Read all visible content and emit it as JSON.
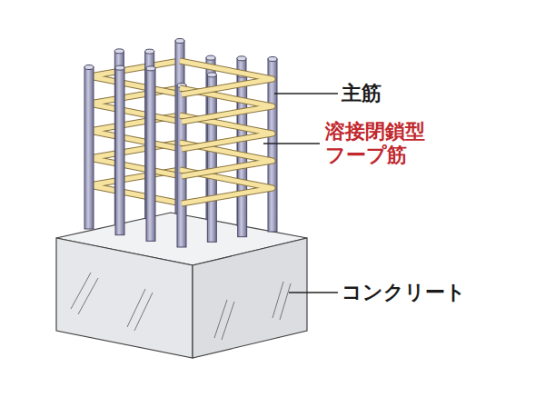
{
  "diagram": {
    "labels": [
      "主筋",
      "溶接閉鎖型 フープ筋",
      "コンクリート"
    ]
  }
}
